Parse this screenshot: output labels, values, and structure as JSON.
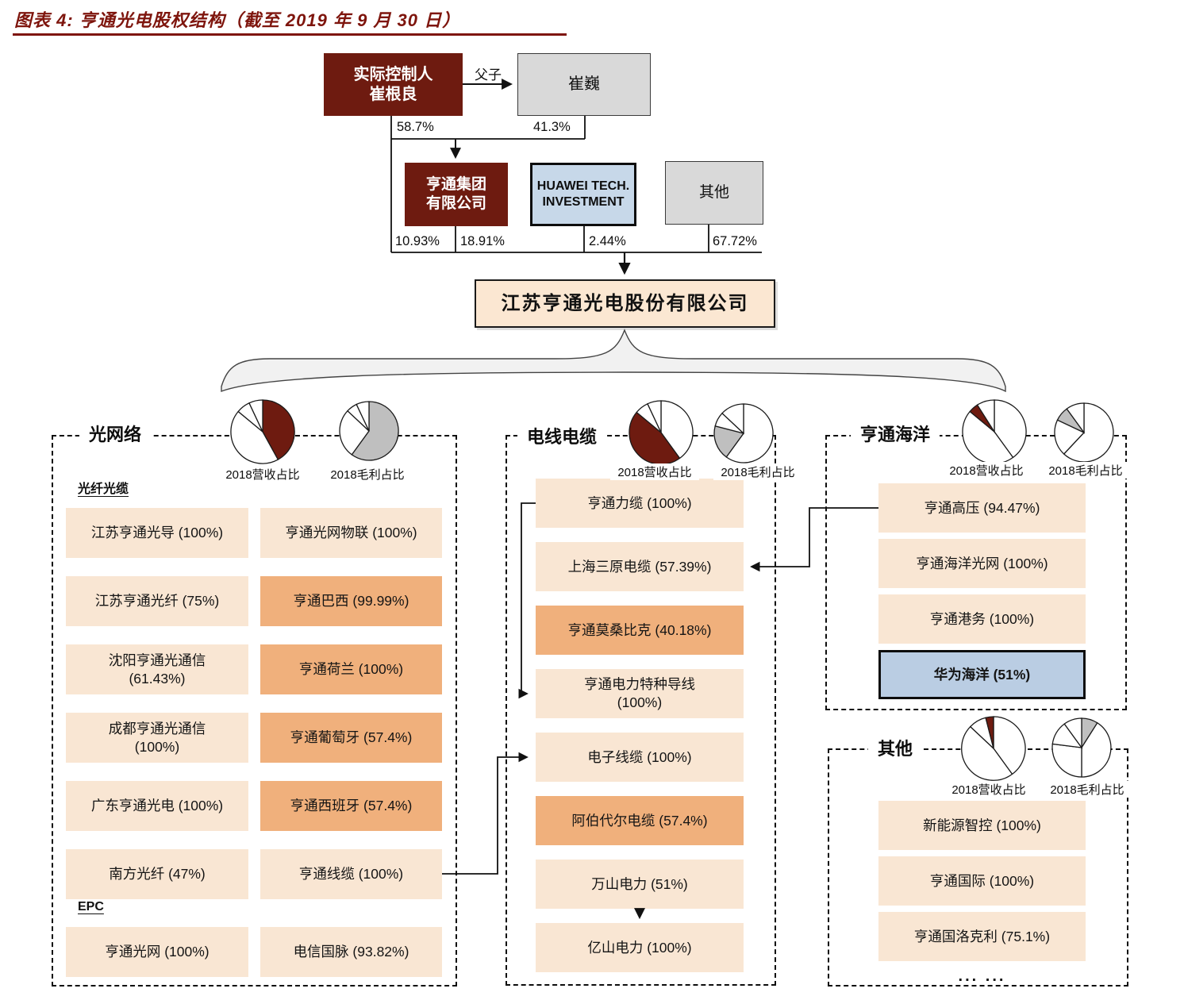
{
  "title": "图表 4:  亨通光电股权结构（截至 2019 年 9 月 30 日）",
  "tree": {
    "controller_line1": "实际控制人",
    "controller_line2": "崔根良",
    "relation_label": "父子",
    "son": "崔巍",
    "pct_controller_group": "58.7%",
    "pct_son_group": "41.3%",
    "group_line1": "亨通集团",
    "group_line2": "有限公司",
    "huawei_line1": "HUAWEI TECH.",
    "huawei_line2": "INVESTMENT",
    "others_box": "其他",
    "pct_controller_listed": "10.93%",
    "pct_group_listed": "18.91%",
    "pct_huawei_listed": "2.44%",
    "pct_others_listed": "67.72%",
    "listed_company": "江苏亨通光电股份有限公司"
  },
  "colors": {
    "dark_red": "#6E1B10",
    "light_peach": "#F9E6D3",
    "dark_orange": "#F0B07C",
    "huawei_blue": "#C7D8E9",
    "ocean_blue": "#BACDE3",
    "gray_box": "#D9D9D9",
    "pie_gray": "#BFBFBF"
  },
  "sections": [
    {
      "title": "光网络",
      "subgroups": [
        {
          "label": "光纤光缆",
          "items": [
            {
              "label": "江苏亨通光导 (100%)",
              "variant": "light"
            },
            {
              "label": "亨通光网物联 (100%)",
              "variant": "light"
            },
            {
              "label": "江苏亨通光纤 (75%)",
              "variant": "light"
            },
            {
              "label": "亨通巴西 (99.99%)",
              "variant": "dark"
            },
            {
              "label": "沈阳亨通光通信\n(61.43%)",
              "variant": "light"
            },
            {
              "label": "亨通荷兰 (100%)",
              "variant": "dark"
            },
            {
              "label": "成都亨通光通信\n(100%)",
              "variant": "light"
            },
            {
              "label": "亨通葡萄牙 (57.4%)",
              "variant": "dark"
            },
            {
              "label": "广东亨通光电 (100%)",
              "variant": "light"
            },
            {
              "label": "亨通西班牙 (57.4%)",
              "variant": "dark"
            },
            {
              "label": "南方光纤 (47%)",
              "variant": "light"
            },
            {
              "label": "亨通线缆 (100%)",
              "variant": "light"
            }
          ]
        },
        {
          "label": "EPC",
          "items": [
            {
              "label": "亨通光网 (100%)",
              "variant": "light"
            },
            {
              "label": "电信国脉 (93.82%)",
              "variant": "light"
            }
          ]
        }
      ]
    },
    {
      "title": "电线电缆",
      "items": [
        {
          "label": "亨通力缆 (100%)",
          "variant": "light"
        },
        {
          "label": "上海三原电缆 (57.39%)",
          "variant": "light"
        },
        {
          "label": "亨通莫桑比克 (40.18%)",
          "variant": "dark"
        },
        {
          "label": "亨通电力特种导线\n(100%)",
          "variant": "light"
        },
        {
          "label": "电子线缆 (100%)",
          "variant": "light"
        },
        {
          "label": "阿伯代尔电缆 (57.4%)",
          "variant": "dark"
        },
        {
          "label": "万山电力 (51%)",
          "variant": "light"
        },
        {
          "label": "亿山电力 (100%)",
          "variant": "light"
        }
      ]
    },
    {
      "title": "亨通海洋",
      "items": [
        {
          "label": "亨通高压 (94.47%)",
          "variant": "light"
        },
        {
          "label": "亨通海洋光网 (100%)",
          "variant": "light"
        },
        {
          "label": "亨通港务 (100%)",
          "variant": "light"
        },
        {
          "label": "华为海洋 (51%)",
          "variant": "blue"
        }
      ]
    },
    {
      "title": "其他",
      "items": [
        {
          "label": "新能源智控 (100%)",
          "variant": "light"
        },
        {
          "label": "亨通国际 (100%)",
          "variant": "light"
        },
        {
          "label": "亨通国洛克利 (75.1%)",
          "variant": "light"
        },
        {
          "label": "... ...",
          "variant": "dots"
        }
      ]
    }
  ],
  "pie_label_revenue": "2018营收占比",
  "pie_label_profit": "2018毛利占比",
  "chart_data": {
    "type": "pie",
    "pies": [
      {
        "section": "光网络",
        "metric": "2018营收占比",
        "slices": [
          {
            "color": "#6E1B10",
            "frac": 0.42
          },
          {
            "color": "#FFFFFF",
            "frac": 0.44
          },
          {
            "color": "#FFFFFF",
            "frac": 0.07
          },
          {
            "color": "#FFFFFF",
            "frac": 0.07
          }
        ]
      },
      {
        "section": "光网络",
        "metric": "2018毛利占比",
        "slices": [
          {
            "color": "#BFBFBF",
            "frac": 0.6
          },
          {
            "color": "#FFFFFF",
            "frac": 0.27
          },
          {
            "color": "#FFFFFF",
            "frac": 0.06
          },
          {
            "color": "#FFFFFF",
            "frac": 0.07
          }
        ]
      },
      {
        "section": "电线电缆",
        "metric": "2018营收占比",
        "slices": [
          {
            "color": "#FFFFFF",
            "frac": 0.4
          },
          {
            "color": "#6E1B10",
            "frac": 0.46
          },
          {
            "color": "#FFFFFF",
            "frac": 0.07
          },
          {
            "color": "#FFFFFF",
            "frac": 0.07
          }
        ]
      },
      {
        "section": "电线电缆",
        "metric": "2018毛利占比",
        "slices": [
          {
            "color": "#FFFFFF",
            "frac": 0.6
          },
          {
            "color": "#BFBFBF",
            "frac": 0.19
          },
          {
            "color": "#FFFFFF",
            "frac": 0.08
          },
          {
            "color": "#FFFFFF",
            "frac": 0.13
          }
        ]
      },
      {
        "section": "亨通海洋",
        "metric": "2018营收占比",
        "slices": [
          {
            "color": "#FFFFFF",
            "frac": 0.4
          },
          {
            "color": "#FFFFFF",
            "frac": 0.46
          },
          {
            "color": "#6E1B10",
            "frac": 0.05
          },
          {
            "color": "#FFFFFF",
            "frac": 0.09
          }
        ]
      },
      {
        "section": "亨通海洋",
        "metric": "2018毛利占比",
        "slices": [
          {
            "color": "#FFFFFF",
            "frac": 0.62
          },
          {
            "color": "#FFFFFF",
            "frac": 0.2
          },
          {
            "color": "#BFBFBF",
            "frac": 0.08
          },
          {
            "color": "#FFFFFF",
            "frac": 0.1
          }
        ]
      },
      {
        "section": "其他",
        "metric": "2018营收占比",
        "slices": [
          {
            "color": "#FFFFFF",
            "frac": 0.4
          },
          {
            "color": "#FFFFFF",
            "frac": 0.47
          },
          {
            "color": "#FFFFFF",
            "frac": 0.09
          },
          {
            "color": "#6E1B10",
            "frac": 0.04
          }
        ]
      },
      {
        "section": "其他",
        "metric": "2018毛利占比",
        "slices": [
          {
            "color": "#BFBFBF",
            "frac": 0.09
          },
          {
            "color": "#FFFFFF",
            "frac": 0.41
          },
          {
            "color": "#FFFFFF",
            "frac": 0.27
          },
          {
            "color": "#FFFFFF",
            "frac": 0.13
          },
          {
            "color": "#FFFFFF",
            "frac": 0.1
          }
        ]
      }
    ]
  }
}
